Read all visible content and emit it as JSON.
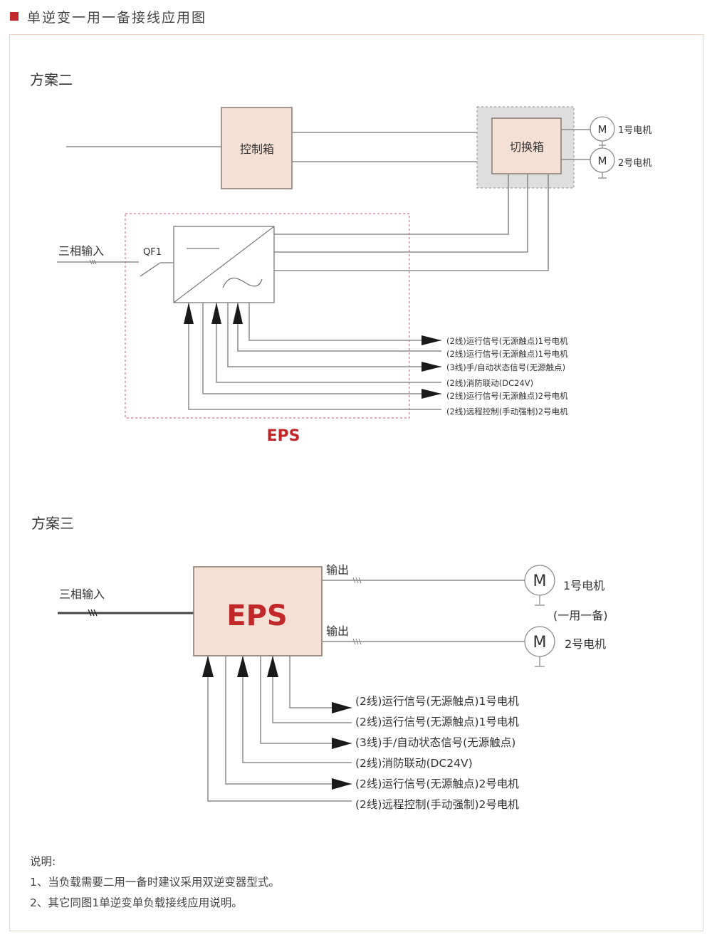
{
  "header": {
    "icon": "red-square-icon",
    "title": "单逆变一用一备接线应用图"
  },
  "colors": {
    "accent": "#c0282a",
    "box_fill": "#f5e0d6",
    "box_stroke": "#8a7a72",
    "line": "#8c8c8c",
    "switch_bg": "#dcdcdc",
    "eps_dash": "#cc7a86",
    "frame": "#efd2bd"
  },
  "scheme2": {
    "title": "方案二",
    "control_box": "控制箱",
    "switch_box": "切换箱",
    "motor1": {
      "symbol": "M",
      "label": "1号电机"
    },
    "motor2": {
      "symbol": "M",
      "label": "2号电机"
    },
    "input_label": "三相输入",
    "breaker_label": "QF1",
    "eps_label": "EPS",
    "signals": [
      {
        "label": "(2线)运行信号(无源触点)1号电机",
        "direction": "out"
      },
      {
        "label": "(2线)运行信号(无源触点)1号电机",
        "direction": "in"
      },
      {
        "label": "(3线)手/自动状态信号(无源触点)",
        "direction": "out"
      },
      {
        "label": "(2线)消防联动(DC24V)",
        "direction": "in"
      },
      {
        "label": "(2线)运行信号(无源触点)2号电机",
        "direction": "out"
      },
      {
        "label": "(2线)远程控制(手动强制)2号电机",
        "direction": "in"
      }
    ]
  },
  "scheme3": {
    "title": "方案三",
    "input_label": "三相输入",
    "eps_label": "EPS",
    "output1_label": "输出",
    "output2_label": "输出",
    "motor1": {
      "symbol": "M",
      "label": "1号电机"
    },
    "motor2": {
      "symbol": "M",
      "label": "2号电机"
    },
    "standby_note": "(一用一备)",
    "signals": [
      {
        "label": "(2线)运行信号(无源触点)1号电机",
        "direction": "out"
      },
      {
        "label": "(2线)运行信号(无源触点)1号电机",
        "direction": "in"
      },
      {
        "label": "(3线)手/自动状态信号(无源触点)",
        "direction": "out"
      },
      {
        "label": "(2线)消防联动(DC24V)",
        "direction": "in"
      },
      {
        "label": "(2线)运行信号(无源触点)2号电机",
        "direction": "out"
      },
      {
        "label": "(2线)远程控制(手动强制)2号电机",
        "direction": "in"
      }
    ]
  },
  "notes": {
    "title": "说明:",
    "items": [
      "1、当负载需要二用一备时建议采用双逆变器型式。",
      "2、其它同图1单逆变单负载接线应用说明。"
    ]
  }
}
